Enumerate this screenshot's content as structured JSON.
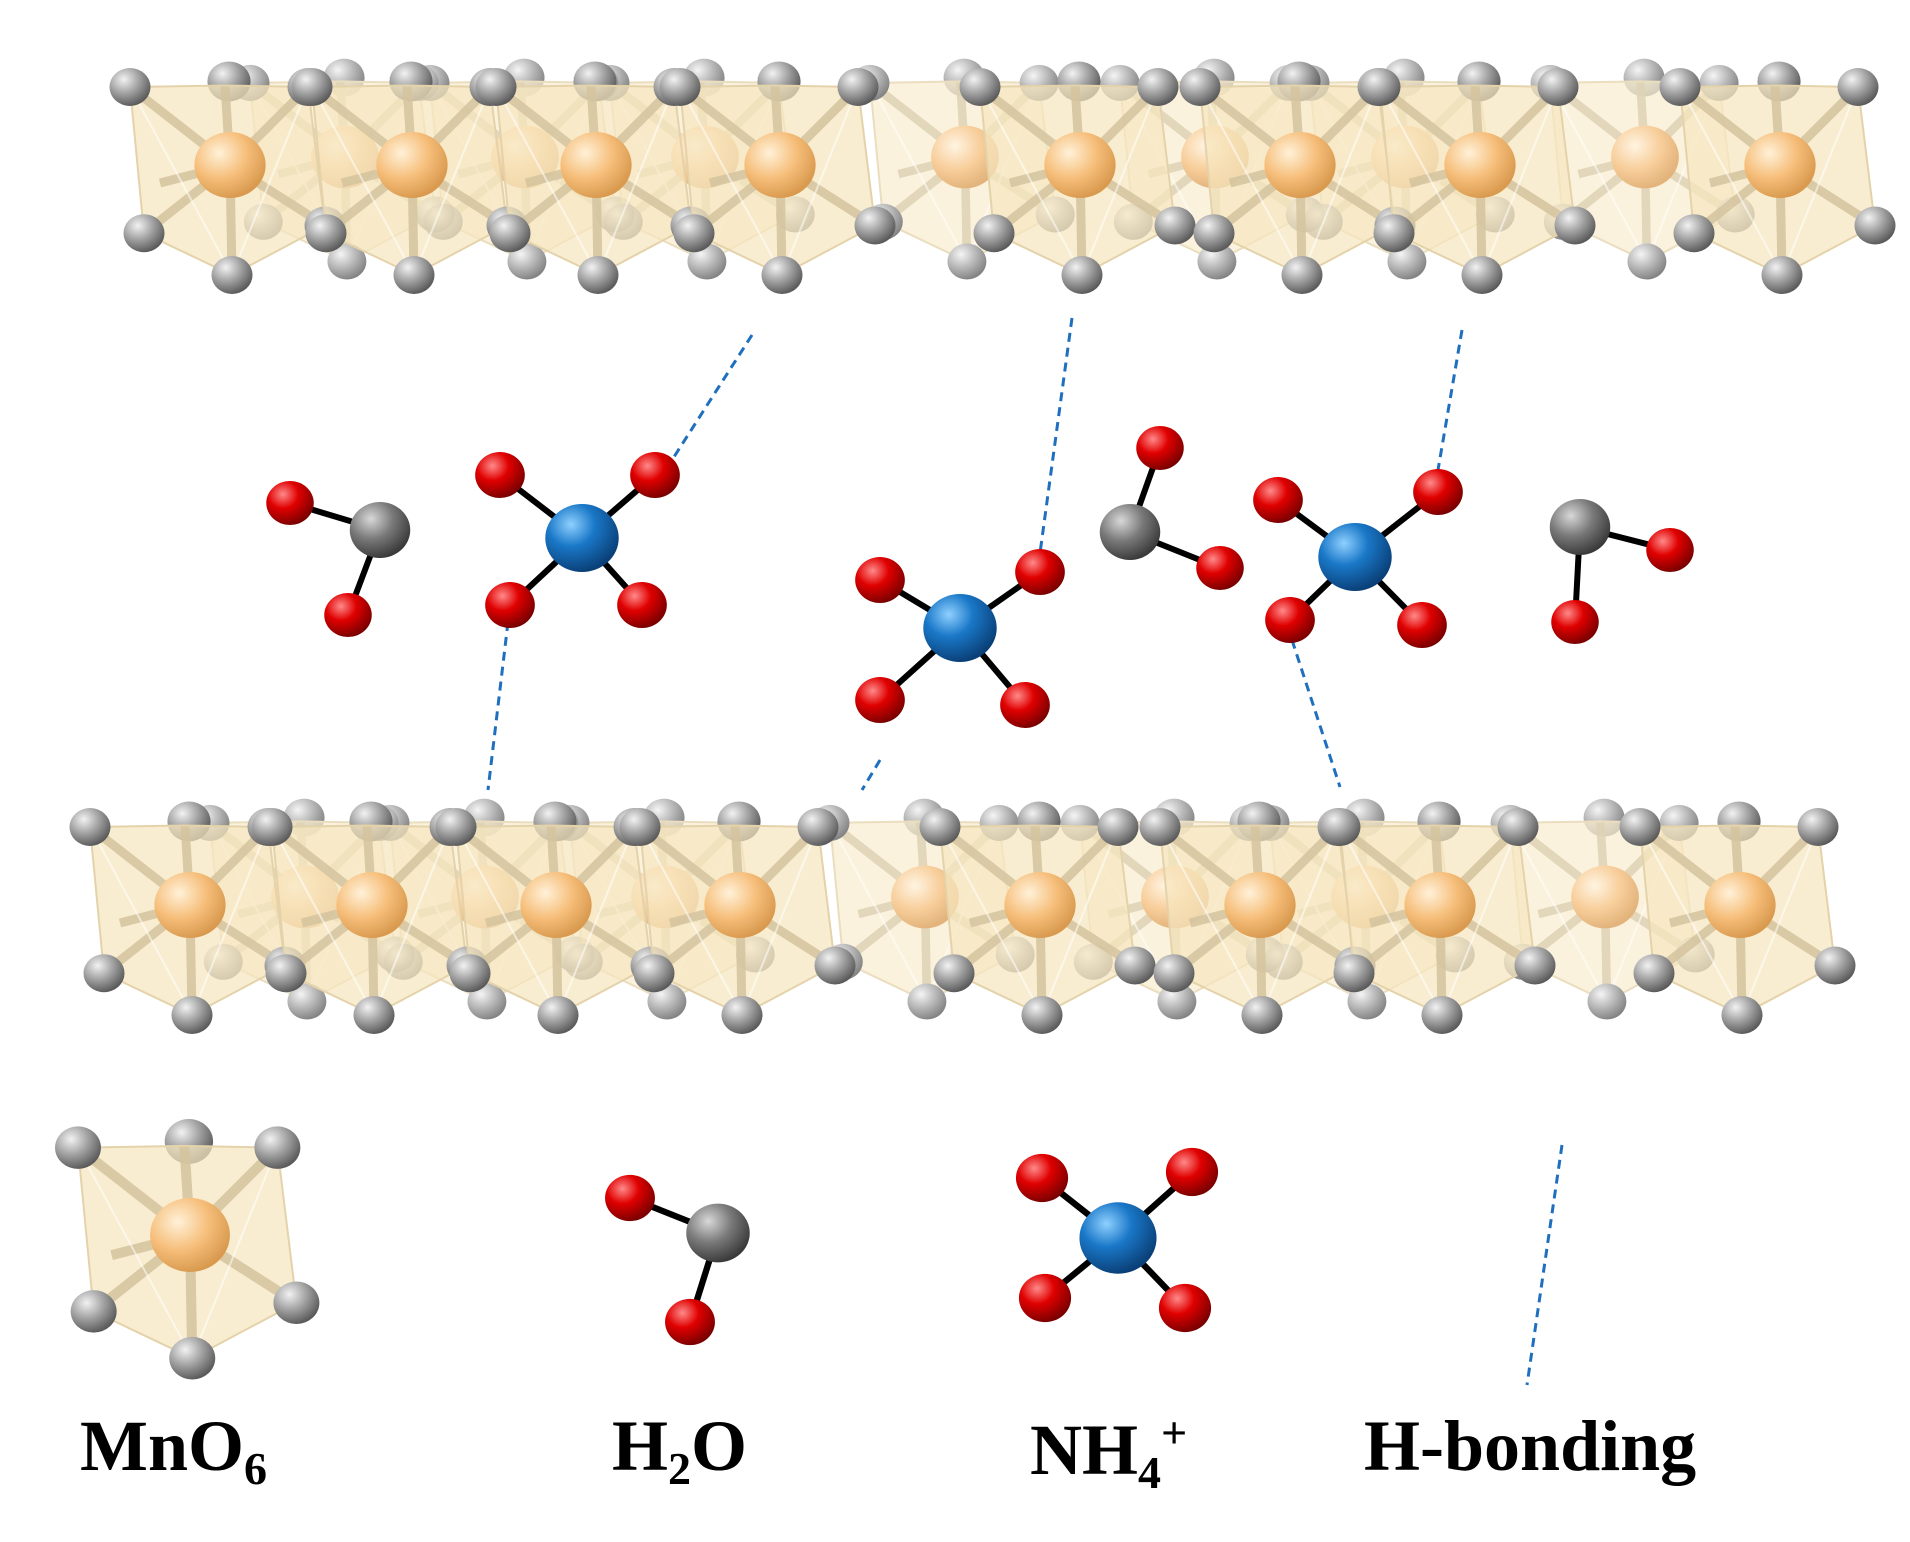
{
  "legend": {
    "mno6": {
      "main": "MnO",
      "sub": "6"
    },
    "h2o": {
      "pre": "H",
      "sub": "2",
      "post": "O"
    },
    "nh4": {
      "main": "NH",
      "sub": "4",
      "sup": "+"
    },
    "hbond": {
      "label": "H-bonding"
    }
  },
  "colors": {
    "polyhedron_fill": "#f7e6bf",
    "polyhedron_edge": "#e4d3aa",
    "mn_atom": "#f6be7a",
    "o_framework_atom": "#9a9a9a",
    "bond": "#7a6a48",
    "oxygen": "#e00000",
    "hydrogen": "#7a7a7a",
    "nitrogen": "#1a78c8",
    "hbond_line": "#1f6fbf"
  },
  "icons": [
    "mno6-octahedron-icon",
    "water-molecule-icon",
    "ammonium-ion-icon",
    "hbond-dash-icon"
  ]
}
